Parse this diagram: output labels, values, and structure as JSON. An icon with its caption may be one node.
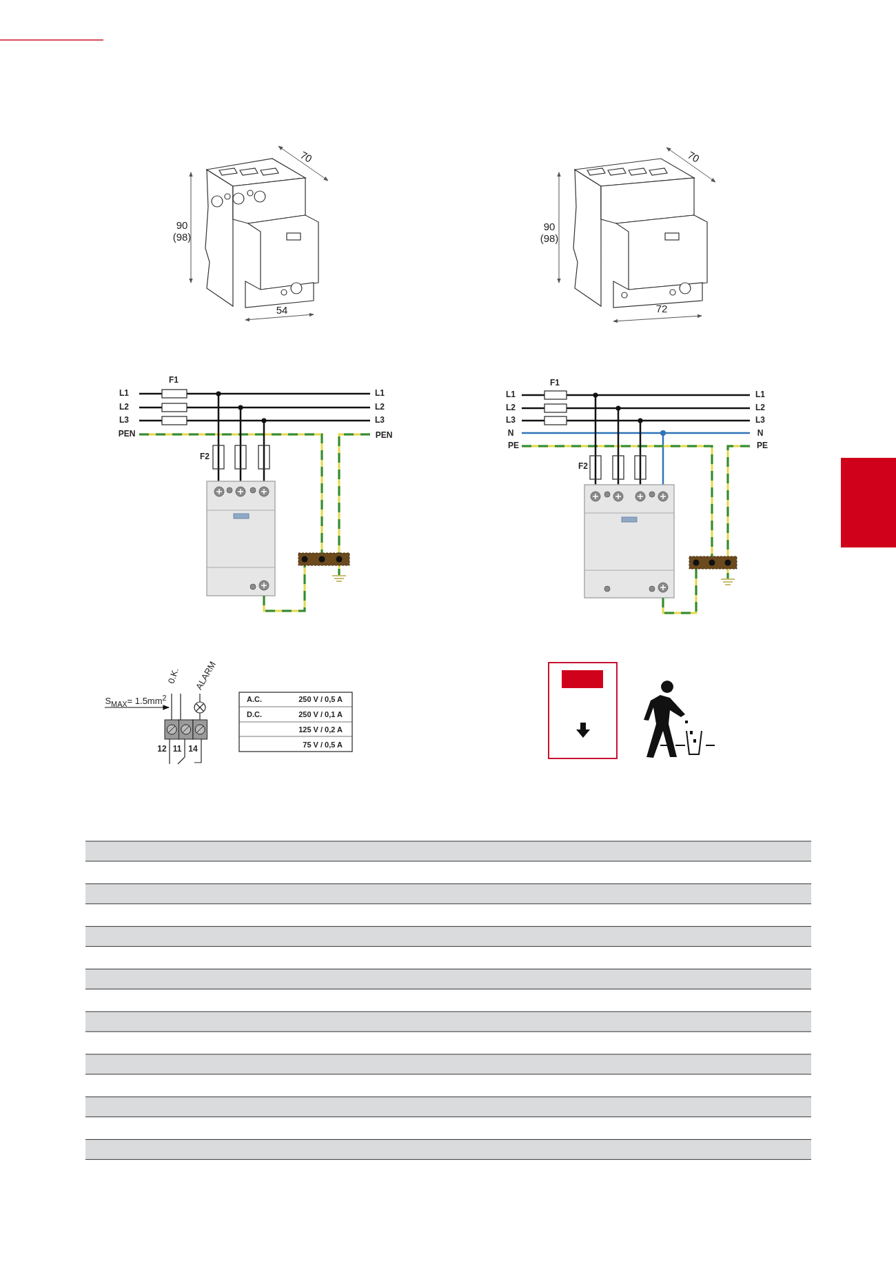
{
  "diagram": {
    "nodes": [
      {
        "text": [],
        "shape": "bar"
      }
    ],
    "labels": [
      "70",
      "90 (98)",
      "54",
      "70",
      "90 (98)",
      "72",
      "F1",
      "L1",
      "L2",
      "L3",
      "PEN",
      "L1",
      "L2",
      "L3",
      "PEN",
      "F2",
      "F1",
      "L1",
      "L2",
      "L3",
      "N",
      "PE",
      "L1",
      "L2",
      "L3",
      "N",
      "PE",
      "F2",
      "S$_{MAX}$= 1.5mm$^{2}$",
      "0.K.",
      "ALARM",
      "12",
      "11",
      "14",
      "A.C.",
      "250 V / 0,5 A",
      "D.C.",
      "250 V / 0,1 A",
      "125 V / 0,2 A",
      "75 V / 0,5 A"
    ]
  }
}
